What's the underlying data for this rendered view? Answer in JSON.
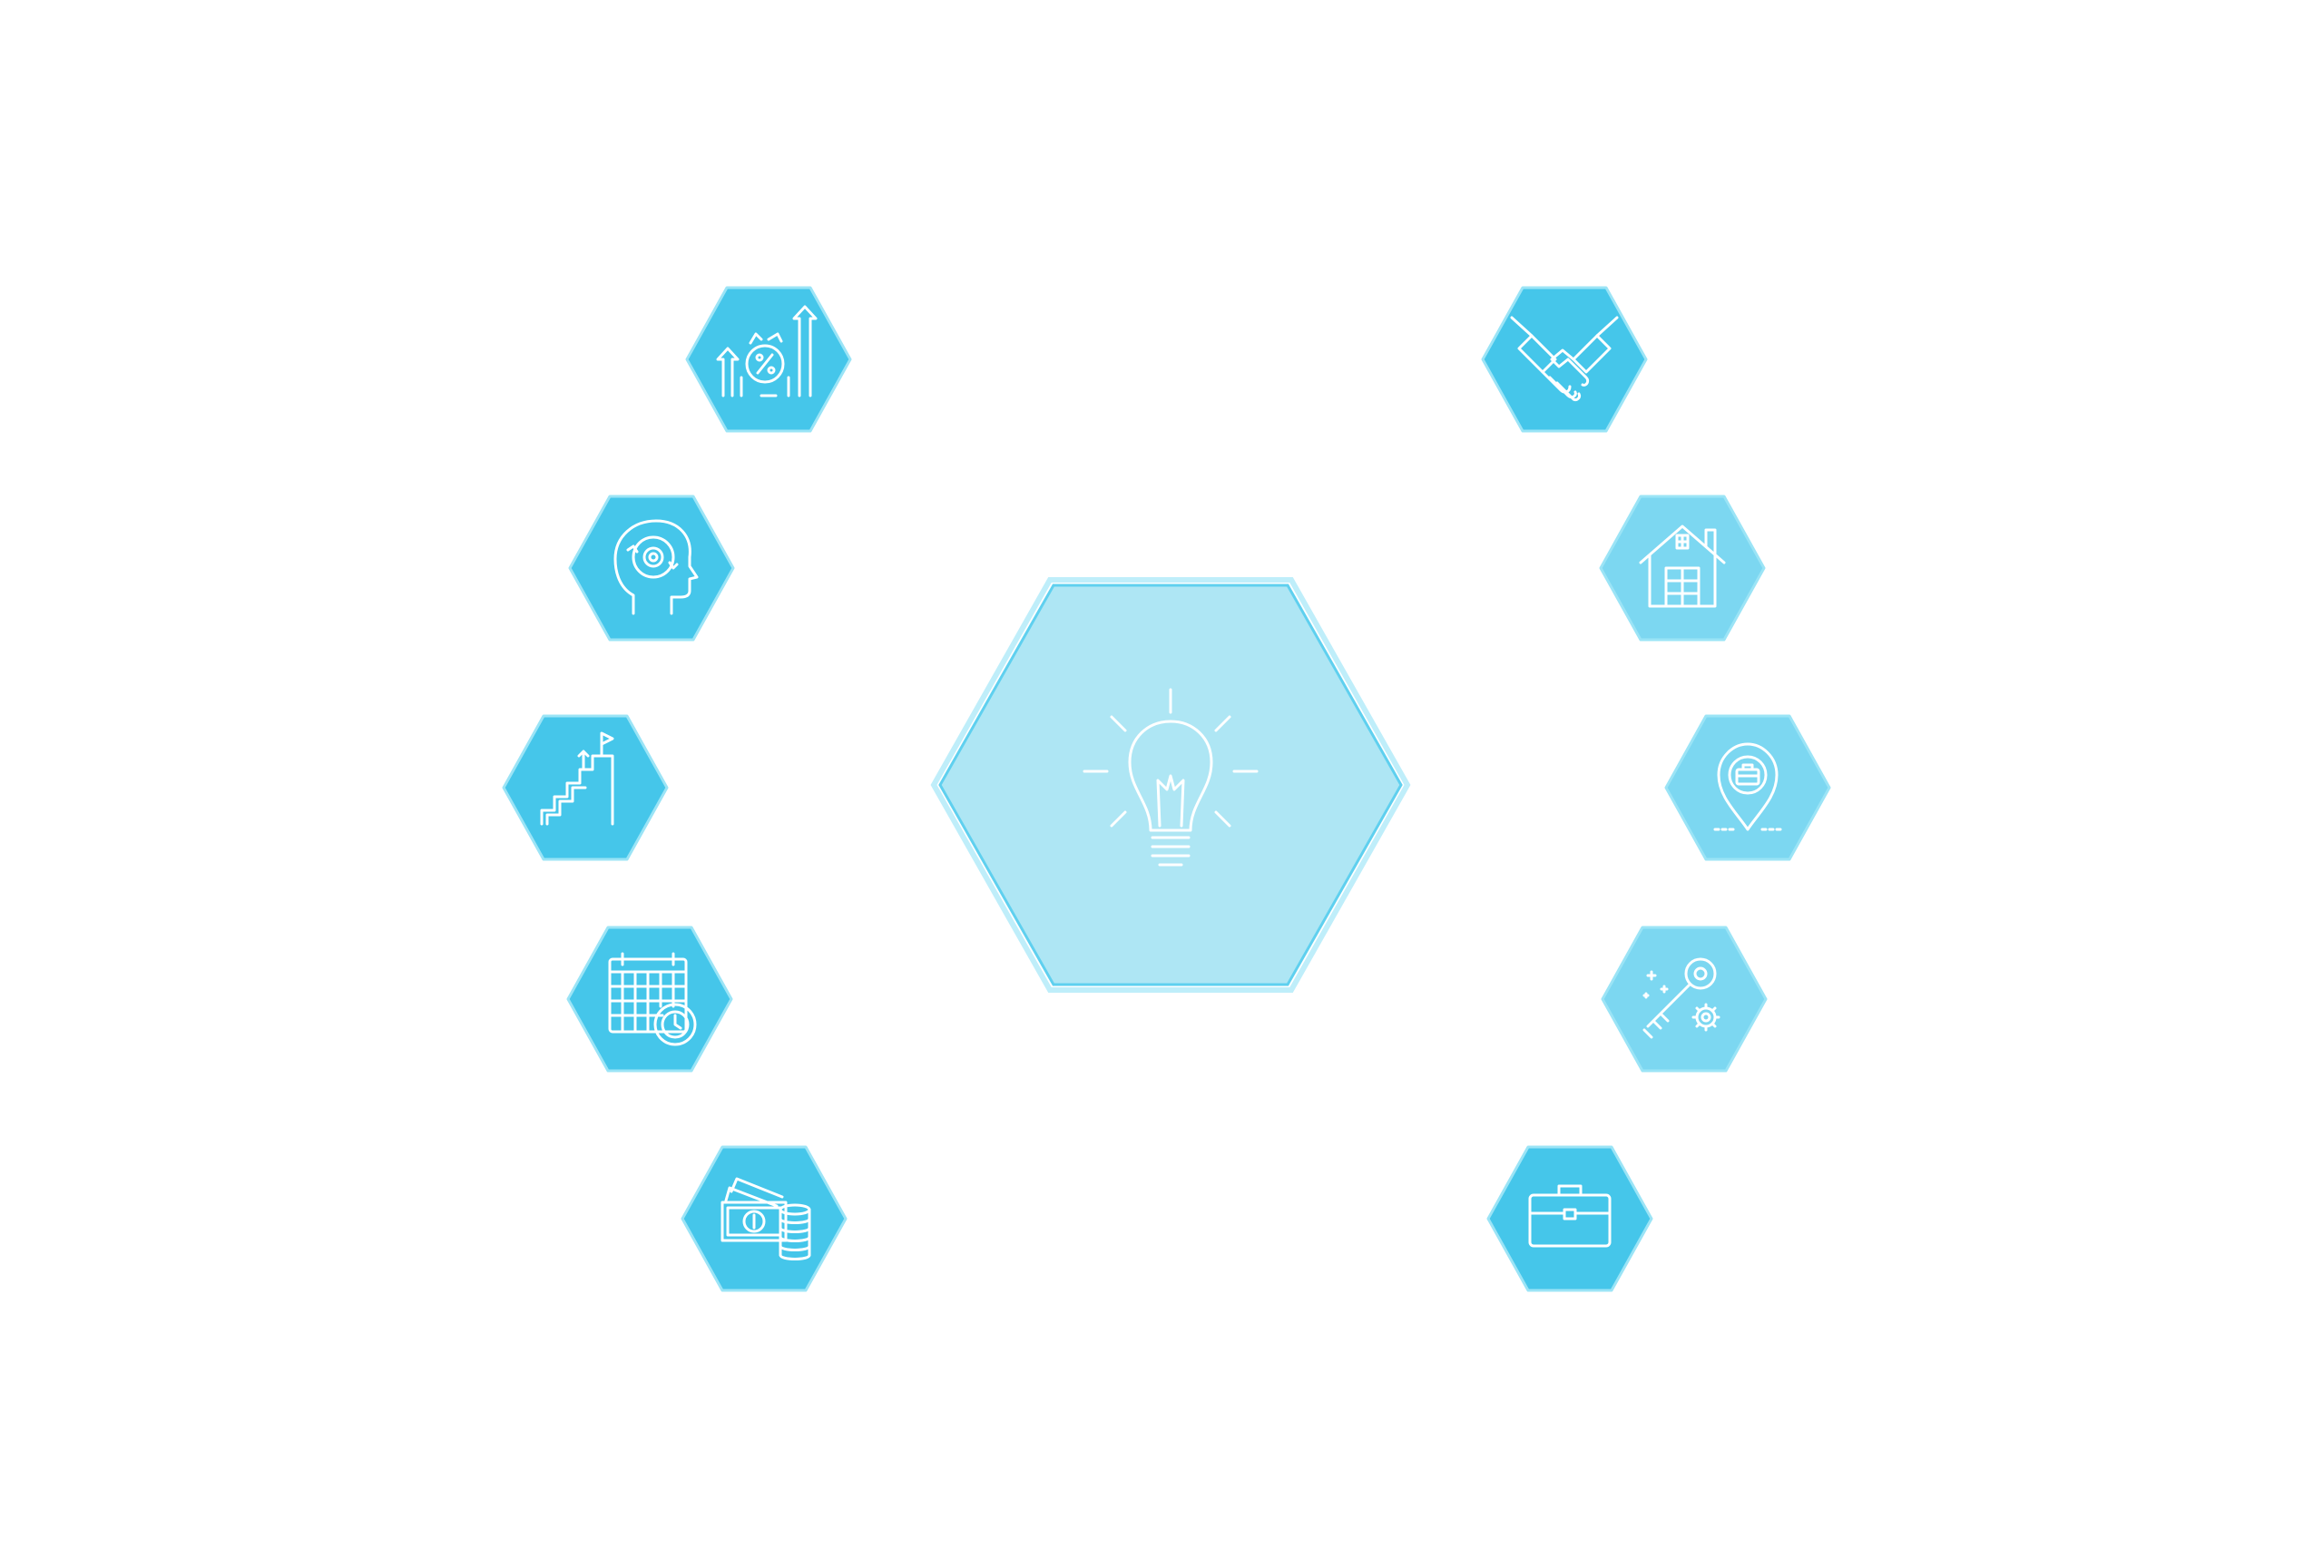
{
  "colors": {
    "background": "#ffffff",
    "hex_primary": "#45c6ea",
    "hex_light": "#7cd7f1",
    "hex_outline": "#9be4f6",
    "center_fill": "#aee6f4",
    "center_outline": "#5fd0ef",
    "icon": "#ffffff"
  },
  "center": {
    "icon": "lightbulb-icon"
  },
  "nodes": [
    {
      "icon": "growth-percentage-icon",
      "tone": "primary"
    },
    {
      "icon": "head-gear-icon",
      "tone": "primary"
    },
    {
      "icon": "stairs-goal-icon",
      "tone": "primary"
    },
    {
      "icon": "calendar-clock-icon",
      "tone": "primary"
    },
    {
      "icon": "money-coins-icon",
      "tone": "primary"
    },
    {
      "icon": "handshake-icon",
      "tone": "primary"
    },
    {
      "icon": "house-icon",
      "tone": "light"
    },
    {
      "icon": "location-briefcase-icon",
      "tone": "light"
    },
    {
      "icon": "key-gear-icon",
      "tone": "light"
    },
    {
      "icon": "briefcase-icon",
      "tone": "primary"
    }
  ]
}
